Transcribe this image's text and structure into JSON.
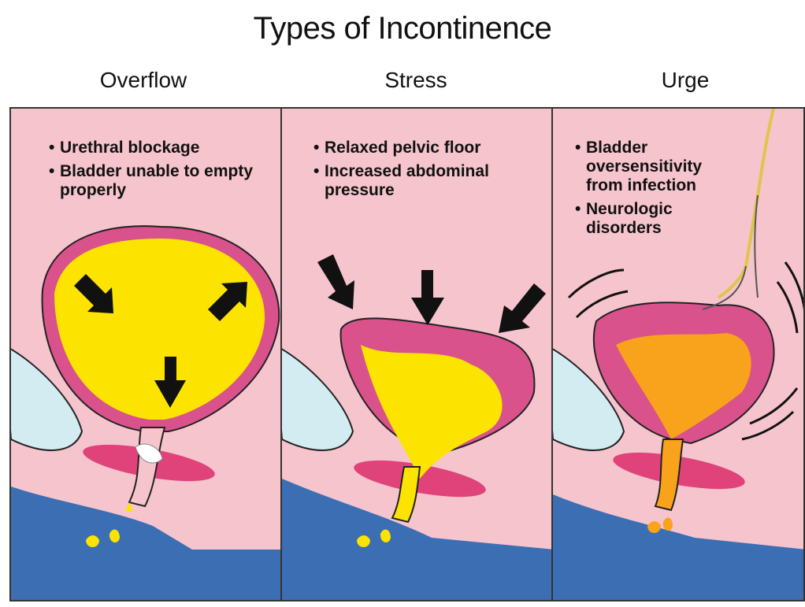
{
  "title": "Types of Incontinence",
  "columns": [
    {
      "heading": "Overflow",
      "bullets": [
        "Urethral blockage",
        "Bladder unable to empty properly"
      ],
      "fluid_color": "#fce300"
    },
    {
      "heading": "Stress",
      "bullets": [
        "Relaxed pelvic floor",
        "Increased abdominal pressure"
      ],
      "fluid_color": "#fce300"
    },
    {
      "heading": "Urge",
      "bullets": [
        "Bladder oversensitivity from infection",
        "Neurologic disorders"
      ],
      "fluid_color": "#f9a21b"
    }
  ],
  "colors": {
    "background": "#f6c4cd",
    "bladder_wall": "#d9528b",
    "pelvic_floor": "#e0437a",
    "abdomen": "#3c6eb4",
    "pubic_bone": "#d3ecf2"
  }
}
